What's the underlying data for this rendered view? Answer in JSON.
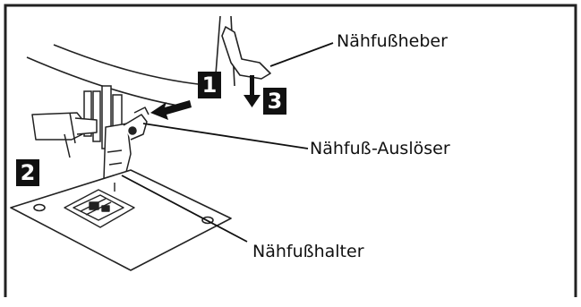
{
  "labels": {
    "presser_foot_lifter": "Nähfußheber",
    "presser_foot_release": "Nähfuß-Auslöser",
    "presser_foot_holder": "Nähfußhalter"
  },
  "steps": {
    "step1": "1",
    "step2": "2",
    "step3": "3"
  },
  "colors": {
    "line": "#111111",
    "badge_bg": "#111111",
    "badge_text": "#ffffff",
    "background": "#ffffff"
  }
}
